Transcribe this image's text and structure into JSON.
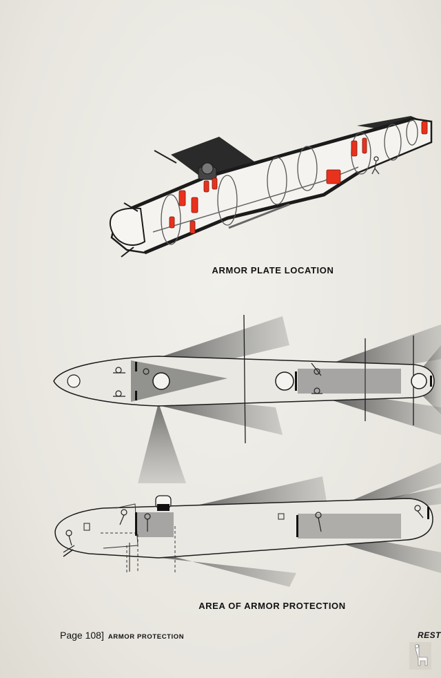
{
  "captions": {
    "armor_plate_location": "ARMOR PLATE LOCATION",
    "area_of_armor_protection": "AREA OF ARMOR PROTECTION"
  },
  "footer": {
    "page": "Page 108]",
    "section": "ARMOR PROTECTION",
    "running_head": "REST"
  },
  "colors": {
    "armor_red": "#e8321e",
    "ink": "#1c1c1c",
    "paper": "#ecebe5"
  },
  "icons": {
    "watermark": "giraffe-logo-icon"
  }
}
